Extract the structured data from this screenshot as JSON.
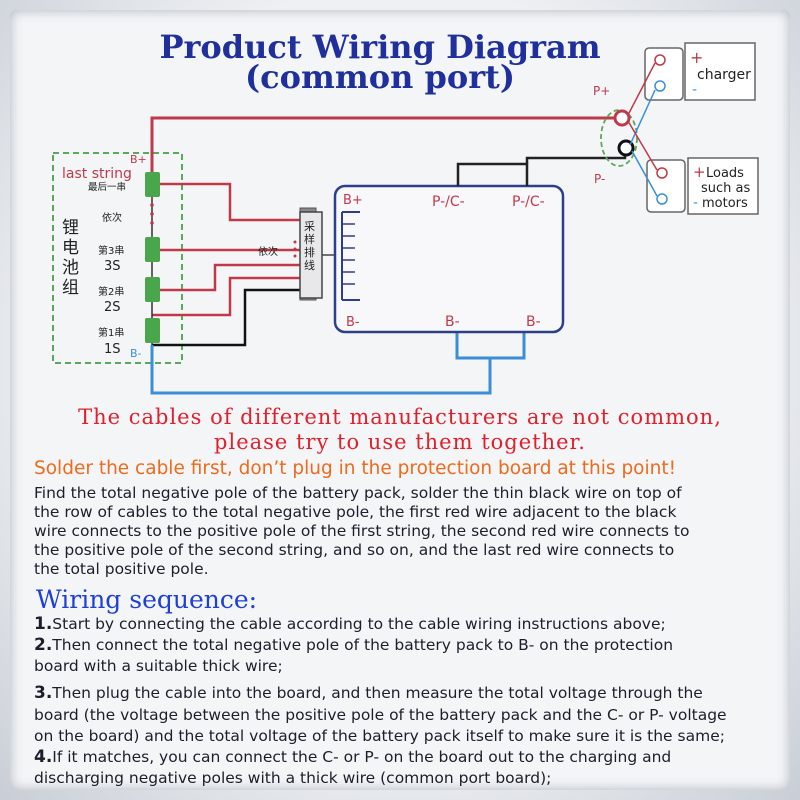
{
  "title": {
    "line1": "Product Wiring Diagram",
    "line2": "(common port)"
  },
  "diagram": {
    "pack_labels": {
      "last_string_en": "last string",
      "last_string_cn": "最后一串",
      "pack_cn": "锂电池组",
      "seq1": "依次",
      "seq2": "依次",
      "cell3_cn": "第3串",
      "cell3": "3S",
      "cell2_cn": "第2串",
      "cell2": "2S",
      "cell1_cn": "第1串",
      "cell1": "1S",
      "bplus": "B+",
      "bminus": "B-"
    },
    "connector_label": "采样排线",
    "board_labels": {
      "bplus": "B+",
      "bminus_left": "B-",
      "bminus_mid": "B-",
      "bminus_right": "B-",
      "pc1": "P-/C-",
      "pc2": "P-/C-"
    },
    "terminals": {
      "pplus": "P+",
      "pminus": "P-"
    },
    "charger": {
      "plus": "+",
      "minus": "-",
      "label": "charger"
    },
    "loads": {
      "plus": "+",
      "line1": "Loads",
      "line2": "such as",
      "minus": "-",
      "line3": "motors"
    }
  },
  "warning": {
    "line1": "The cables of different manufacturers are not common,",
    "line2": "please try to use them together."
  },
  "solder_notice": "Solder the cable first, don’t plug in the protection board at this point!",
  "instructions": [
    "Find the total negative pole of the battery pack, solder the thin black wire on top of",
    " the row of cables to the total negative pole, the first red wire adjacent to the black",
    "wire connects to the positive pole of the first string, the second red wire connects to",
    "the positive pole of the second string, and so on, and the last red wire connects to",
    " the total positive pole."
  ],
  "sequence": {
    "title": "Wiring sequence:",
    "steps": [
      {
        "num": "1.",
        "lines": [
          "Start by connecting the cable according to the cable wiring instructions above;"
        ]
      },
      {
        "num": "2.",
        "lines": [
          "Then connect the total negative pole of the battery pack to B- on the protection",
          "board with a suitable thick wire;"
        ]
      },
      {
        "num": "3.",
        "lines": [
          "Then plug the cable into the board, and then measure the total voltage through the",
          "board (the voltage between the positive pole of the battery pack and the C- or P- voltage",
          " on the board) and the total voltage of the battery pack itself to make sure it is the same;"
        ]
      },
      {
        "num": "4.",
        "lines": [
          "If it matches, you can connect the C- or P- on the board out to the charging and",
          "discharging negative poles with a thick wire (common port board);"
        ]
      }
    ]
  },
  "colors": {
    "title": "#1f2f9c",
    "red_wire": "#c0394b",
    "blue_wire": "#3a8fd8",
    "cell": "#4aa64a",
    "warning": "#e0202c",
    "solder": "#ef6a1b",
    "sequence_title": "#1f3fd6",
    "board_outline": "#2c3e8c"
  }
}
